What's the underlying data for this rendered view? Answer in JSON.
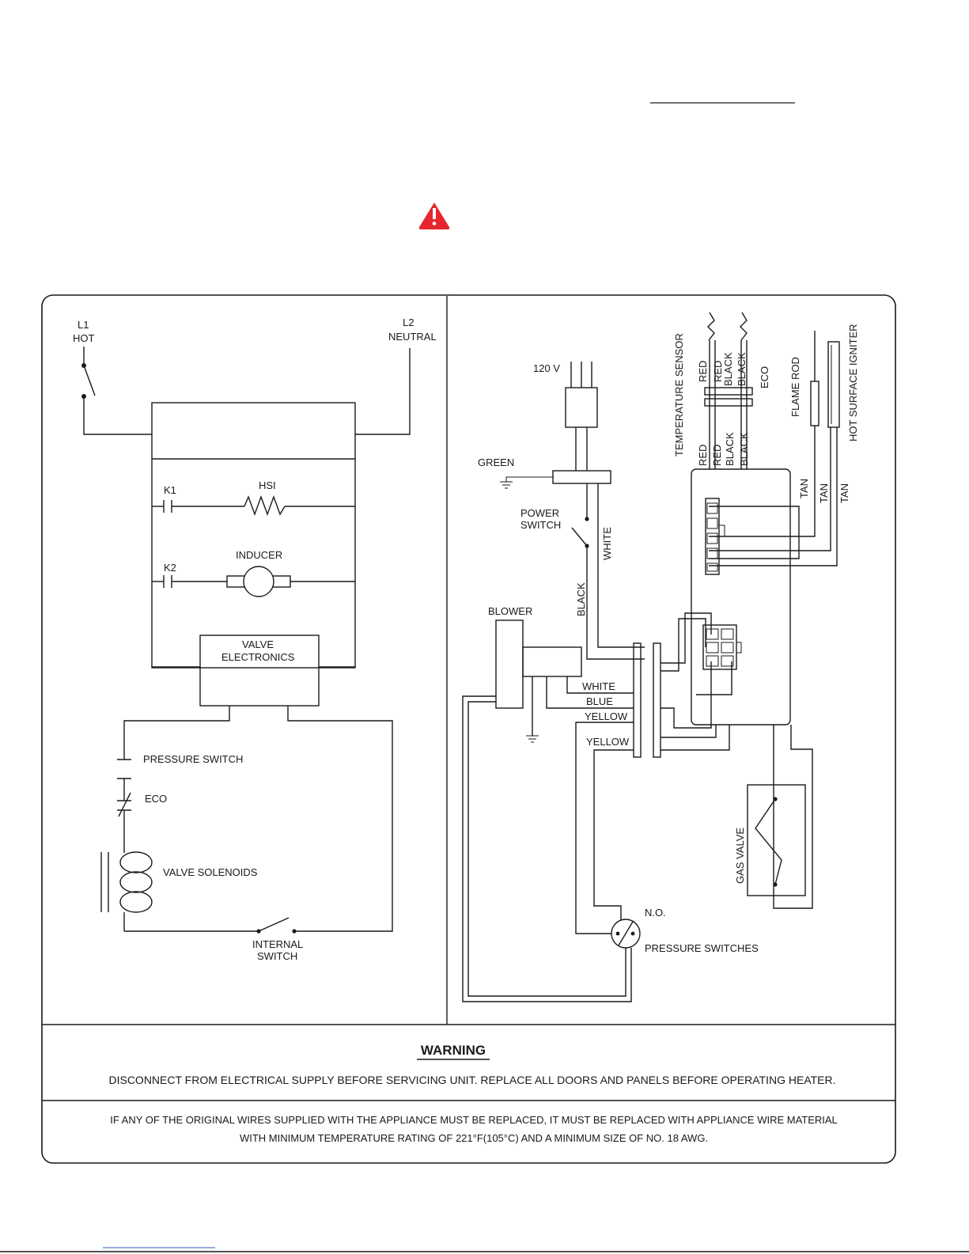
{
  "ladder": {
    "l1": "L1",
    "hot": "HOT",
    "l2": "L2",
    "neutral": "NEUTRAL",
    "k1": "K1",
    "hsi": "HSI",
    "k2": "K2",
    "inducer": "INDUCER",
    "valve1": "VALVE",
    "valve2": "ELECTRONICS",
    "pressure_switch": "PRESSURE SWITCH",
    "eco": "ECO",
    "solenoids": "VALVE SOLENOIDS",
    "internal1": "INTERNAL",
    "internal2": "SWITCH"
  },
  "wiring": {
    "v120": "120 V",
    "green": "GREEN",
    "power1": "POWER",
    "power2": "SWITCH",
    "white_v": "WHITE",
    "black_v": "BLACK",
    "blower": "BLOWER",
    "white": "WHITE",
    "blue": "BLUE",
    "yellow1": "YELLOW",
    "yellow2": "YELLOW",
    "temp_sensor": "TEMPERATURE SENSOR",
    "red": "RED",
    "black": "BLACK",
    "eco": "ECO",
    "flame_rod": "FLAME ROD",
    "hsi": "HOT SURFACE IGNITER",
    "tan": "TAN",
    "gas_valve": "GAS VALVE",
    "no": "N.O.",
    "pressure_switches": "PRESSURE SWITCHES"
  },
  "notice": {
    "title": "WARNING",
    "line": "DISCONNECT FROM ELECTRICAL SUPPLY BEFORE SERVICING UNIT. REPLACE ALL DOORS AND PANELS BEFORE OPERATING HEATER.",
    "note1": "IF ANY OF THE ORIGINAL WIRES SUPPLIED WITH THE APPLIANCE MUST BE REPLACED, IT MUST BE REPLACED WITH APPLIANCE WIRE MATERIAL",
    "note2": "WITH MINIMUM TEMPERATURE RATING OF 221°F(105°C) AND A MINIMUM SIZE OF NO. 18 AWG."
  },
  "colors": {
    "alert": "#e5262e",
    "ink": "#1a1a1a"
  }
}
